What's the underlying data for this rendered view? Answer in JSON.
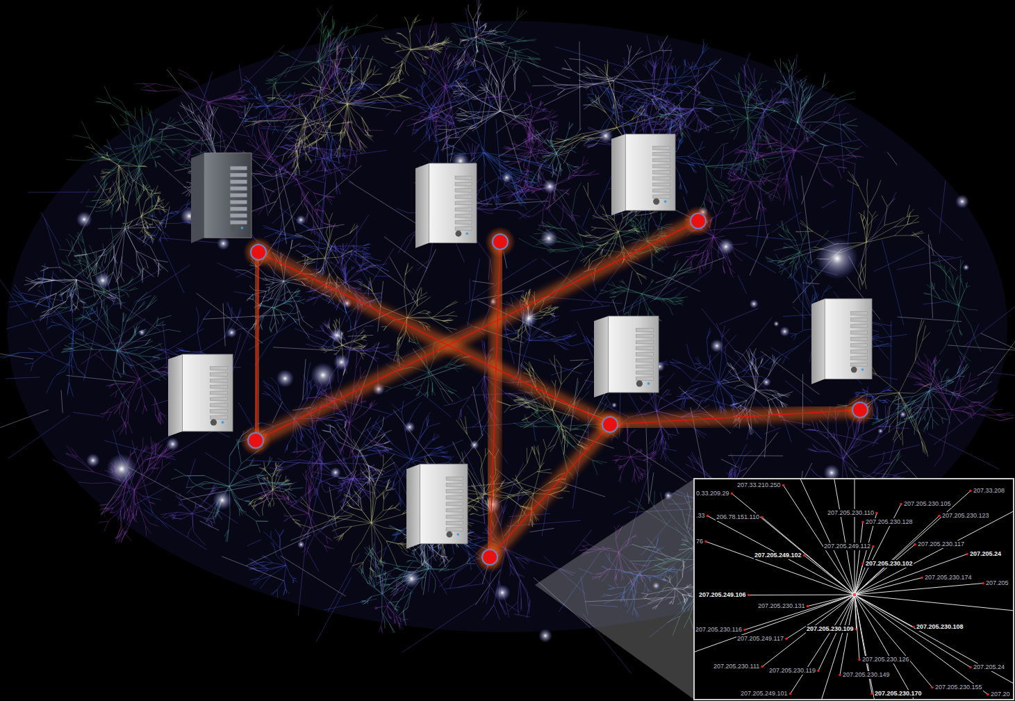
{
  "diagram": {
    "labels": [
      "207.33.210.250",
      "0.33.209.29",
      "207.33.208",
      "207.205.230.105",
      "207.205.230.110",
      ".33",
      "206.78.151.110",
      "207.205.230.123",
      "207.205.230.128",
      "76",
      "207.205.249.112",
      "207.205.230.117",
      "207.205.249.102",
      "207.205.230.102",
      "207.205.24",
      "207.205.230.174",
      "207.205",
      "207.205.249.106",
      "207.205.230.131",
      "207.205.230.116",
      "207.205.230.109",
      "207.205.230.108",
      "207.205.249.117",
      "207.205.230.126",
      "207.205.230.111",
      "207.205.230.119",
      "207.205.230.149",
      "207.205.24",
      "207.205.249.101",
      "207.205.230.170",
      "207.205.230.155",
      "207.20"
    ]
  }
}
